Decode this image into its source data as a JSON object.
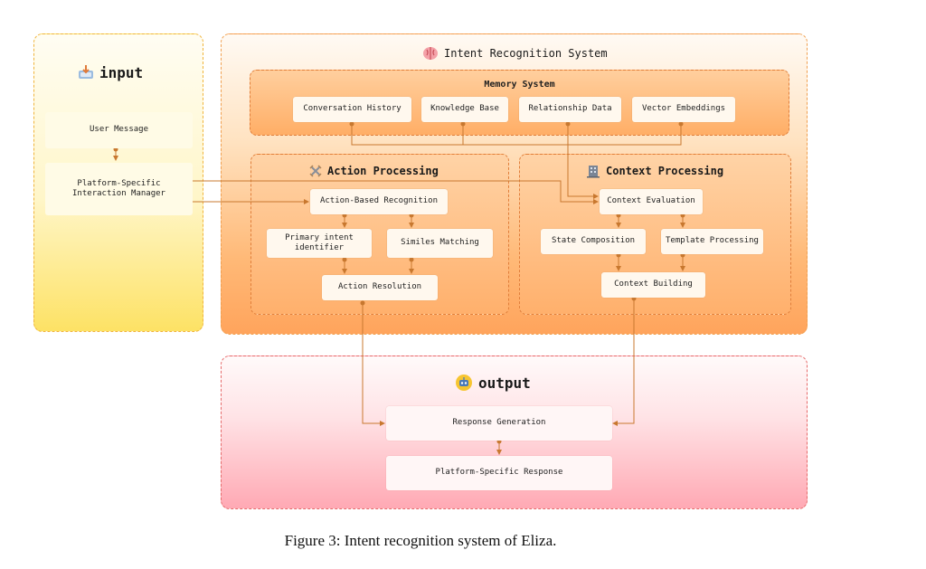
{
  "input": {
    "title": "input",
    "user_message": "User Message",
    "interaction_manager": "Platform-Specific\nInteraction Manager"
  },
  "irs": {
    "title": "Intent Recognition System",
    "memory": {
      "title": "Memory System",
      "items": [
        "Conversation History",
        "Knowledge Base",
        "Relationship Data",
        "Vector Embeddings"
      ]
    },
    "action": {
      "title": "Action Processing",
      "recognition": "Action-Based Recognition",
      "primary": "Primary intent\nidentifier",
      "similes": "Similes Matching",
      "resolution": "Action Resolution"
    },
    "context": {
      "title": "Context Processing",
      "evaluation": "Context Evaluation",
      "state": "State Composition",
      "template": "Template Processing",
      "building": "Context Building"
    }
  },
  "output": {
    "title": "output",
    "generation": "Response Generation",
    "response": "Platform-Specific Response"
  },
  "caption": "Figure 3: Intent recognition system of Eliza.",
  "colors": {
    "connector": "#c8782f",
    "input_border": "#f0b43c",
    "irs_border": "#f0a050",
    "output_border": "#e66a6a"
  },
  "icons": {
    "input": "inbox-tray-icon",
    "irs": "brain-icon",
    "action": "crossed-swords-icon",
    "context": "building-icon",
    "output": "robot-face-icon"
  }
}
